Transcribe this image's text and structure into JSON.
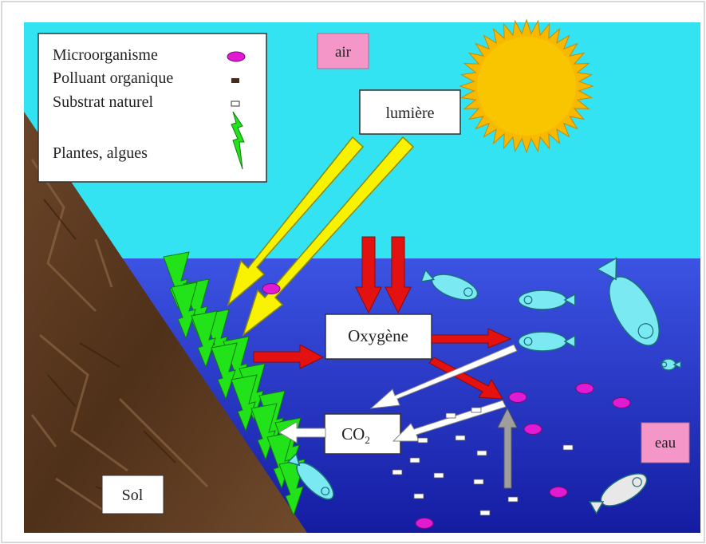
{
  "legend": {
    "items": [
      {
        "label": "Microorganisme",
        "icon": "microorganism-icon"
      },
      {
        "label": "Polluant organique",
        "icon": "pollutant-icon"
      },
      {
        "label": "Substrat naturel",
        "icon": "substrate-icon"
      },
      {
        "label": "Plantes, algues",
        "icon": "plant-icon"
      }
    ]
  },
  "labels": {
    "air": "air",
    "light": "lumière",
    "oxygen": "Oxygène",
    "co2_main": "CO",
    "co2_sub": "2",
    "water": "eau",
    "soil": "Sol"
  },
  "colors": {
    "sky": "#33e3f1",
    "water_top": "#3a4ee0",
    "water_bottom": "#1622a8",
    "soil": "#5b3a22",
    "sun": "#f7b900",
    "red_arrow": "#e41111",
    "yellow_arrow": "#f8f200",
    "plant": "#22e31a",
    "microorganism": "#e11ad4",
    "fish": "#7ae9f2",
    "label_pink": "#f596c9"
  }
}
